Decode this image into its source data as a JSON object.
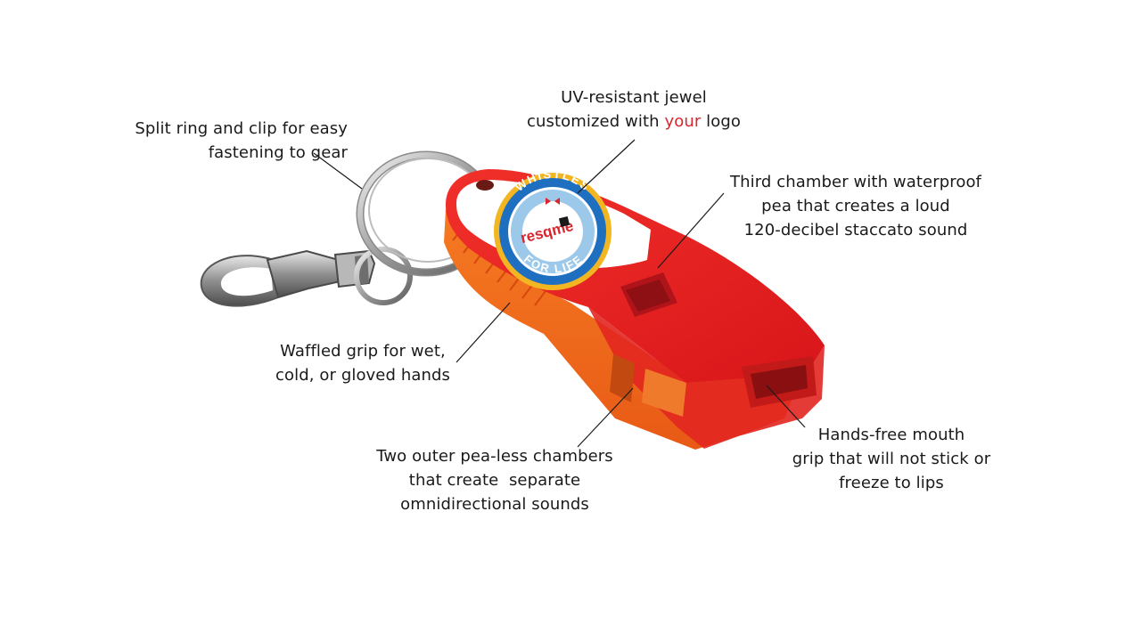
{
  "annotations": {
    "split_ring": {
      "lines": [
        "Split ring and clip for easy",
        "fastening to gear"
      ]
    },
    "jewel": {
      "line1": "UV-resistant jewel",
      "line2_before": "customized with ",
      "line2_accent": "your",
      "line2_after": " logo"
    },
    "third_chamber": {
      "lines": [
        "Third chamber with waterproof",
        "pea that creates a loud",
        "120-decibel staccato sound"
      ]
    },
    "waffled_grip": {
      "lines": [
        "Waffled grip for wet,",
        "cold, or gloved hands"
      ]
    },
    "outer_chambers": {
      "lines": [
        "Two outer pea-less chambers",
        "that create  separate",
        "omnidirectional sounds"
      ]
    },
    "mouth_grip": {
      "lines": [
        "Hands-free mouth",
        "grip that will not stick or",
        "freeze to lips"
      ]
    }
  },
  "logo": {
    "arc_top": "WHISTLES",
    "arc_bottom": "FOR LIFE",
    "brand": "resqme"
  },
  "colors": {
    "whistle_red": "#e8211f",
    "whistle_orange": "#f2661b",
    "accent_text": "#d8262e",
    "logo_blue": "#1f6fc0",
    "logo_gold": "#f2b623"
  }
}
